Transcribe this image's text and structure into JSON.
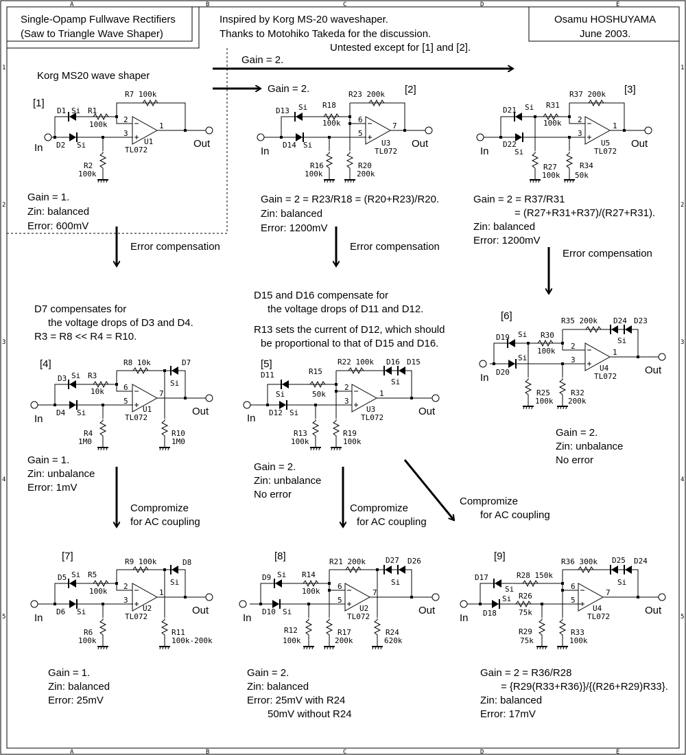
{
  "border": {
    "columns": [
      "A",
      "B",
      "C",
      "D",
      "E"
    ],
    "rows": [
      "1",
      "2",
      "3",
      "4",
      "5"
    ]
  },
  "title_box": {
    "line1": "Single-Opamp Fullwave Rectifiers",
    "line2": "(Saw to Triangle Wave Shaper)"
  },
  "notes": {
    "line1": "Inspired by Korg MS-20 waveshaper.",
    "line2": "Thanks to Motohiko Takeda for the discussion.",
    "line3": "Untested except for [1] and [2]."
  },
  "author_box": {
    "name": "Osamu HOSHUYAMA",
    "date": "June 2003."
  },
  "arrows": {
    "top_gain_long": "Gain = 2.",
    "top_gain_short": "Gain = 2.",
    "error_comp": "Error compensation",
    "compromize_1": "Compromize",
    "compromize_2": "for AC coupling"
  },
  "common": {
    "in": "In",
    "out": "Out",
    "opamp": "TL072",
    "si": "Si"
  },
  "c1": {
    "heading": "Korg MS20 wave shaper",
    "tag": "[1]",
    "D1": "D1",
    "D2": "D2",
    "R1": "R1",
    "R1v": "100k",
    "R7": "R7 100k",
    "R2": "R2",
    "R2v": "100k",
    "U": "U1",
    "pin_neg": "2",
    "pin_pos": "3",
    "pin_out": "1",
    "gain": "Gain = 1.",
    "zin": "Zin: balanced",
    "error": "Error: 600mV"
  },
  "c2": {
    "tag": "[2]",
    "D13": "D13",
    "D14": "D14",
    "R18": "R18",
    "R18v": "100k",
    "R23": "R23  200k",
    "R16": "R16",
    "R16v": "100k",
    "R20": "R20",
    "R20v": "200k",
    "U": "U3",
    "pin_neg": "6",
    "pin_pos": "5",
    "pin_out": "7",
    "gain": "Gain = 2 = R23/R18 = (R20+R23)/R20.",
    "zin": "Zin: balanced",
    "error": "Error: 1200mV"
  },
  "c3": {
    "tag": "[3]",
    "D21": "D21",
    "D22": "D22",
    "R31": "R31",
    "R31v": "100k",
    "R37": "R37  200k",
    "R27": "R27",
    "R27v": "100k",
    "R34": "R34",
    "R34v": "50k",
    "U": "U5",
    "pin_neg": "2",
    "pin_pos": "3",
    "pin_out": "1",
    "gain": "Gain = 2 = R37/R31",
    "gain2": "= (R27+R31+R37)/(R27+R31).",
    "zin": "Zin: balanced",
    "error": "Error: 1200mV"
  },
  "c4": {
    "note1": "D7 compensates for",
    "note2": "the voltage drops of D3 and D4.",
    "note3": "R3 = R8 << R4 = R10.",
    "tag": "[4]",
    "D3": "D3",
    "D4": "D4",
    "D7": "D7",
    "R3": "R3",
    "R3v": "10k",
    "R8": "R8 10k",
    "R4": "R4",
    "R4v": "1M0",
    "R10": "R10",
    "R10v": "1M0",
    "U": "U1",
    "pin_neg": "6",
    "pin_pos": "5",
    "pin_out": "7",
    "gain": "Gain = 1.",
    "zin": "Zin: unbalance",
    "error": "Error: 1mV"
  },
  "c5": {
    "note1": "D15 and D16 compensate for",
    "note2": "the voltage drops of D11 and D12.",
    "note3": "R13 sets the current of D12, which should",
    "note4": "be proportional to that of D15 and D16.",
    "tag": "[5]",
    "D11": "D11",
    "D12": "D12",
    "D15": "D15",
    "D16": "D16",
    "R15": "R15",
    "R15v": "50k",
    "R22": "R22  100k",
    "R13": "R13",
    "R13v": "100k",
    "R19": "R19",
    "R19v": "100k",
    "U": "U3",
    "pin_neg": "2",
    "pin_pos": "3",
    "pin_out": "1",
    "gain": "Gain = 2.",
    "zin": "Zin: unbalance",
    "error": "No error"
  },
  "c6": {
    "tag": "[6]",
    "D19": "D19",
    "D20": "D20",
    "D23": "D23",
    "D24": "D24",
    "R30": "R30",
    "R30v": "100k",
    "R35": "R35  200k",
    "R25": "R25",
    "R25v": "100k",
    "R32": "R32",
    "R32v": "200k",
    "U": "U4",
    "pin_neg": "2",
    "pin_pos": "3",
    "pin_out": "1",
    "gain": "Gain = 2.",
    "zin": "Zin: unbalance",
    "error": "No error"
  },
  "c7": {
    "tag": "[7]",
    "D5": "D5",
    "D6": "D6",
    "D8": "D8",
    "R5": "R5",
    "R5v": "100k",
    "R9": "R9 100k",
    "R6": "R6",
    "R6v": "100k",
    "R11": "R11",
    "R11v": "100k-200k",
    "U": "U2",
    "pin_neg": "2",
    "pin_pos": "3",
    "pin_out": "1",
    "gain": "Gain = 1.",
    "zin": "Zin: balanced",
    "error": "Error: 25mV"
  },
  "c8": {
    "tag": "[8]",
    "D9": "D9",
    "D10": "D10",
    "D26": "D26",
    "D27": "D27",
    "R14": "R14",
    "R14v": "100k",
    "R21": "R21  200k",
    "R12": "R12",
    "R12v": "100k",
    "R17": "R17",
    "R17v": "200k",
    "R24": "R24",
    "R24v": "620k",
    "U": "U2",
    "pin_neg": "6",
    "pin_pos": "5",
    "pin_out": "7",
    "gain": "Gain = 2.",
    "zin": "Zin: balanced",
    "error": "Error: 25mV with R24",
    "error2": "50mV without R24"
  },
  "c9": {
    "tag": "[9]",
    "D17": "D17",
    "D18": "D18",
    "D24": "D24",
    "D25": "D25",
    "R28": "R28 150k",
    "R26": "R26",
    "R26v": "75k",
    "R36": "R36  300k",
    "R29": "R29",
    "R29v": "75k",
    "R33": "R33",
    "R33v": "100k",
    "U": "U4",
    "pin_neg": "6",
    "pin_pos": "5",
    "pin_out": "7",
    "gain": "Gain = 2 = R36/R28",
    "gain2": "= {R29(R33+R36)}/{(R26+R29)R33}.",
    "zin": "Zin: balanced",
    "error": "Error: 17mV"
  }
}
